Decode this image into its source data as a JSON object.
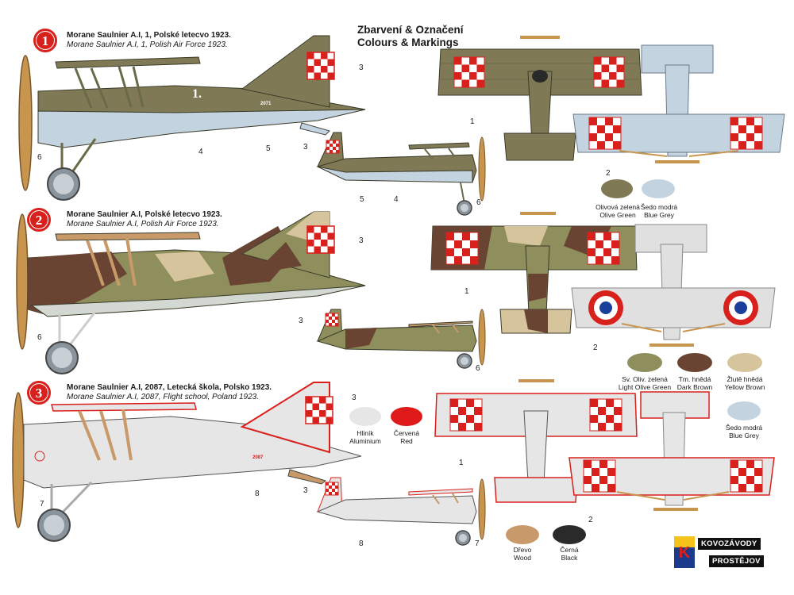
{
  "heading": {
    "line1": "Zbarvení & Označení",
    "line2": "Colours & Markings"
  },
  "schemes": [
    {
      "number": "1",
      "title_cz": "Morane Saulnier A.I, 1, Polské letecvo 1923.",
      "title_en": "Morane Saulnier A.I, 1, Polish Air Force 1923.",
      "fuselage_number": "1.",
      "serial": "2071"
    },
    {
      "number": "2",
      "title_cz": "Morane Saulnier A.I, Polské letecvo 1923.",
      "title_en": "Morane Saulnier A.I, Polish Air Force 1923."
    },
    {
      "number": "3",
      "title_cz": "Morane Saulnier A.I, 2087, Letecká škola, Polsko 1923.",
      "title_en": "Morane Saulnier A.I, 2087, Flight school, Poland 1923.",
      "serial": "2087"
    }
  ],
  "callouts": {
    "s1": [
      "3",
      "6",
      "4",
      "5",
      "3",
      "5",
      "4",
      "6",
      "1",
      "2"
    ],
    "s2": [
      "3",
      "6",
      "3",
      "6",
      "1",
      "2"
    ],
    "s3": [
      "3",
      "7",
      "8",
      "3",
      "8",
      "7",
      "1",
      "2"
    ]
  },
  "swatches": {
    "s1": [
      {
        "cz": "Olivová zelená",
        "en": "Olive Green",
        "color": "#7f7a55"
      },
      {
        "cz": "Šedo modrá",
        "en": "Blue Grey",
        "color": "#c3d3df"
      }
    ],
    "s2": [
      {
        "cz": "Sv. Oliv. zelená",
        "en": "Light Olive Green",
        "color": "#8e8f5c"
      },
      {
        "cz": "Tm. hnědá",
        "en": "Dark Brown",
        "color": "#6a4432"
      },
      {
        "cz": "Žlutě hnědá",
        "en": "Yellow Brown",
        "color": "#d6c49c"
      },
      {
        "cz": "Šedo modrá",
        "en": "Blue Grey",
        "color": "#c3d3df"
      }
    ],
    "s3": [
      {
        "cz": "Hliník",
        "en": "Aluminium",
        "color": "#e6e6e6"
      },
      {
        "cz": "Červená",
        "en": "Red",
        "color": "#e01a1a"
      },
      {
        "cz": "Dřevo",
        "en": "Wood",
        "color": "#c89a6a"
      },
      {
        "cz": "Černá",
        "en": "Black",
        "color": "#2a2a2a"
      }
    ]
  },
  "logo": {
    "brand": "KOVOZÁVODY",
    "city": "PROSTĚJOV",
    "letter": "K",
    "colors": {
      "blue": "#1c3a8c",
      "yellow": "#f4c21a",
      "red": "#d8201c"
    }
  },
  "colors": {
    "olive": "#7f7a55",
    "blue_grey": "#c3d3df",
    "light_olive": "#8e8f5c",
    "dark_brown": "#6a4432",
    "yellow_brown": "#d6c49c",
    "aluminium": "#e6e6e6",
    "red": "#d8201c",
    "wood": "#c89a6a",
    "roundel_blue": "#1a3f9a"
  }
}
